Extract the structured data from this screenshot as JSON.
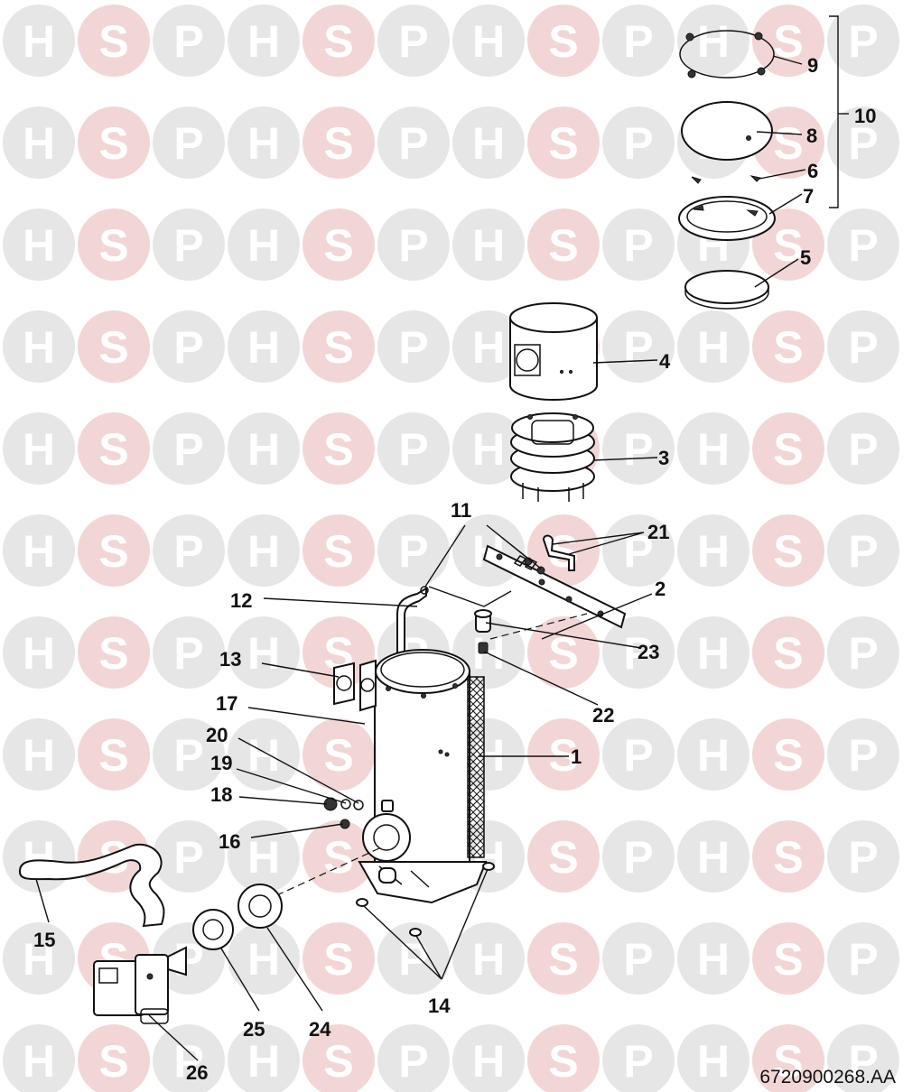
{
  "watermark": {
    "letters": [
      "H",
      "S",
      "P"
    ],
    "colors": {
      "h": "#e6e6e6",
      "s": "#f2d6d6",
      "p": "#e6e6e6"
    }
  },
  "labels": {
    "p1": "1",
    "p2": "2",
    "p3": "3",
    "p4": "4",
    "p5": "5",
    "p6": "6",
    "p7": "7",
    "p8": "8",
    "p9": "9",
    "p10": "10",
    "p11": "11",
    "p12": "12",
    "p13": "13",
    "p14": "14",
    "p15": "15",
    "p16": "16",
    "p17": "17",
    "p18": "18",
    "p19": "19",
    "p20": "20",
    "p21": "21",
    "p22": "22",
    "p23": "23",
    "p24": "24",
    "p25": "25",
    "p26": "26"
  },
  "reference": "6720900268.AA"
}
